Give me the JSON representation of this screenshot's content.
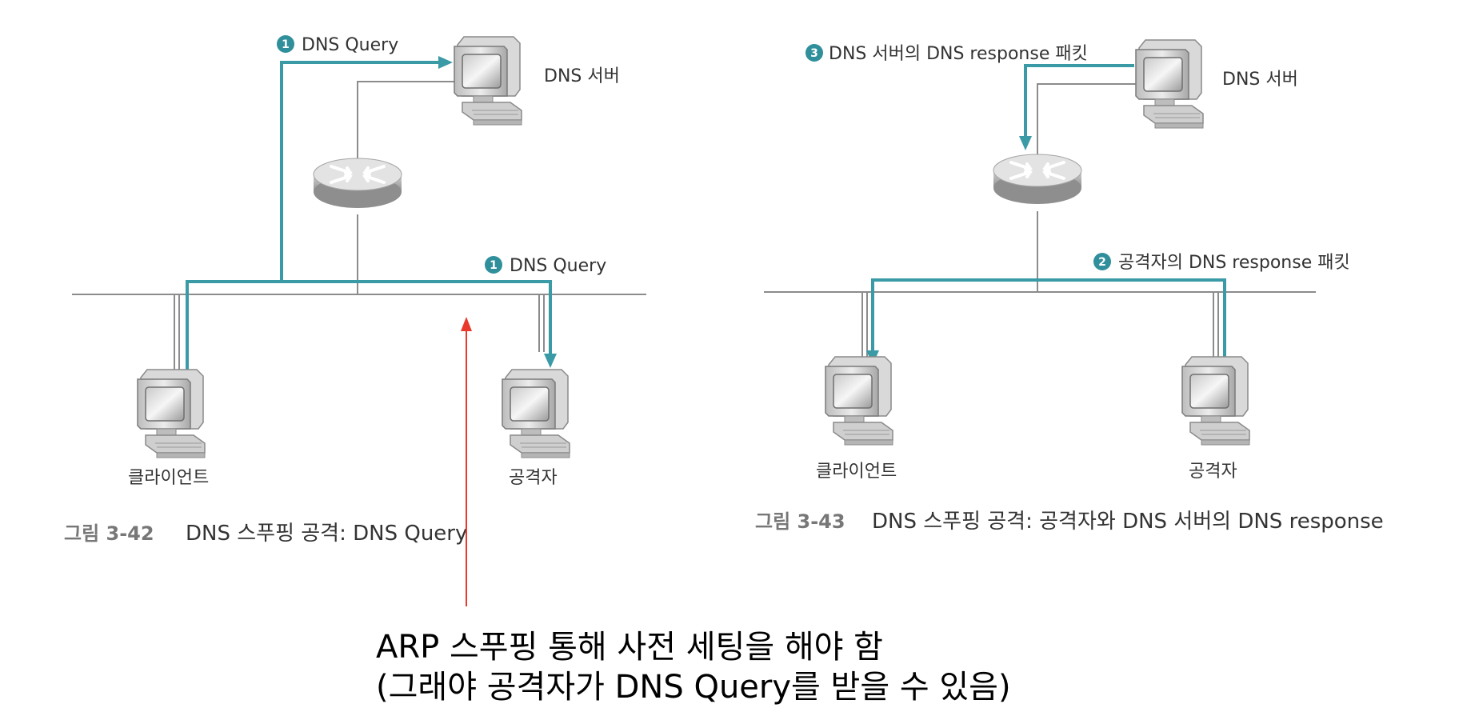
{
  "colors": {
    "flow": "#3a9aa6",
    "wire": "#8c8c8c",
    "annotation_arrow": "#e8392b",
    "badge": "#2f8f9b"
  },
  "left_figure": {
    "query_label_top": "DNS Query",
    "query_label_mid": "DNS Query",
    "badge_top": "1",
    "badge_mid": "1",
    "dns_server_label": "DNS 서버",
    "client_label": "클라이언트",
    "attacker_label": "공격자",
    "caption_number": "그림 3-42",
    "caption_text": "DNS 스푸핑 공격: DNS Query"
  },
  "right_figure": {
    "response_label_top": "DNS 서버의 DNS response 패킷",
    "response_label_mid": "공격자의 DNS response 패킷",
    "badge_top": "3",
    "badge_mid": "2",
    "dns_server_label": "DNS 서버",
    "client_label": "클라이언트",
    "attacker_label": "공격자",
    "caption_number": "그림 3-43",
    "caption_text": "DNS 스푸핑 공격: 공격자와 DNS 서버의 DNS response"
  },
  "annotation": {
    "line1": "ARP 스푸핑 통해 사전 세팅을 해야 함",
    "line2": "(그래야 공격자가 DNS Query를 받을 수 있음)"
  }
}
